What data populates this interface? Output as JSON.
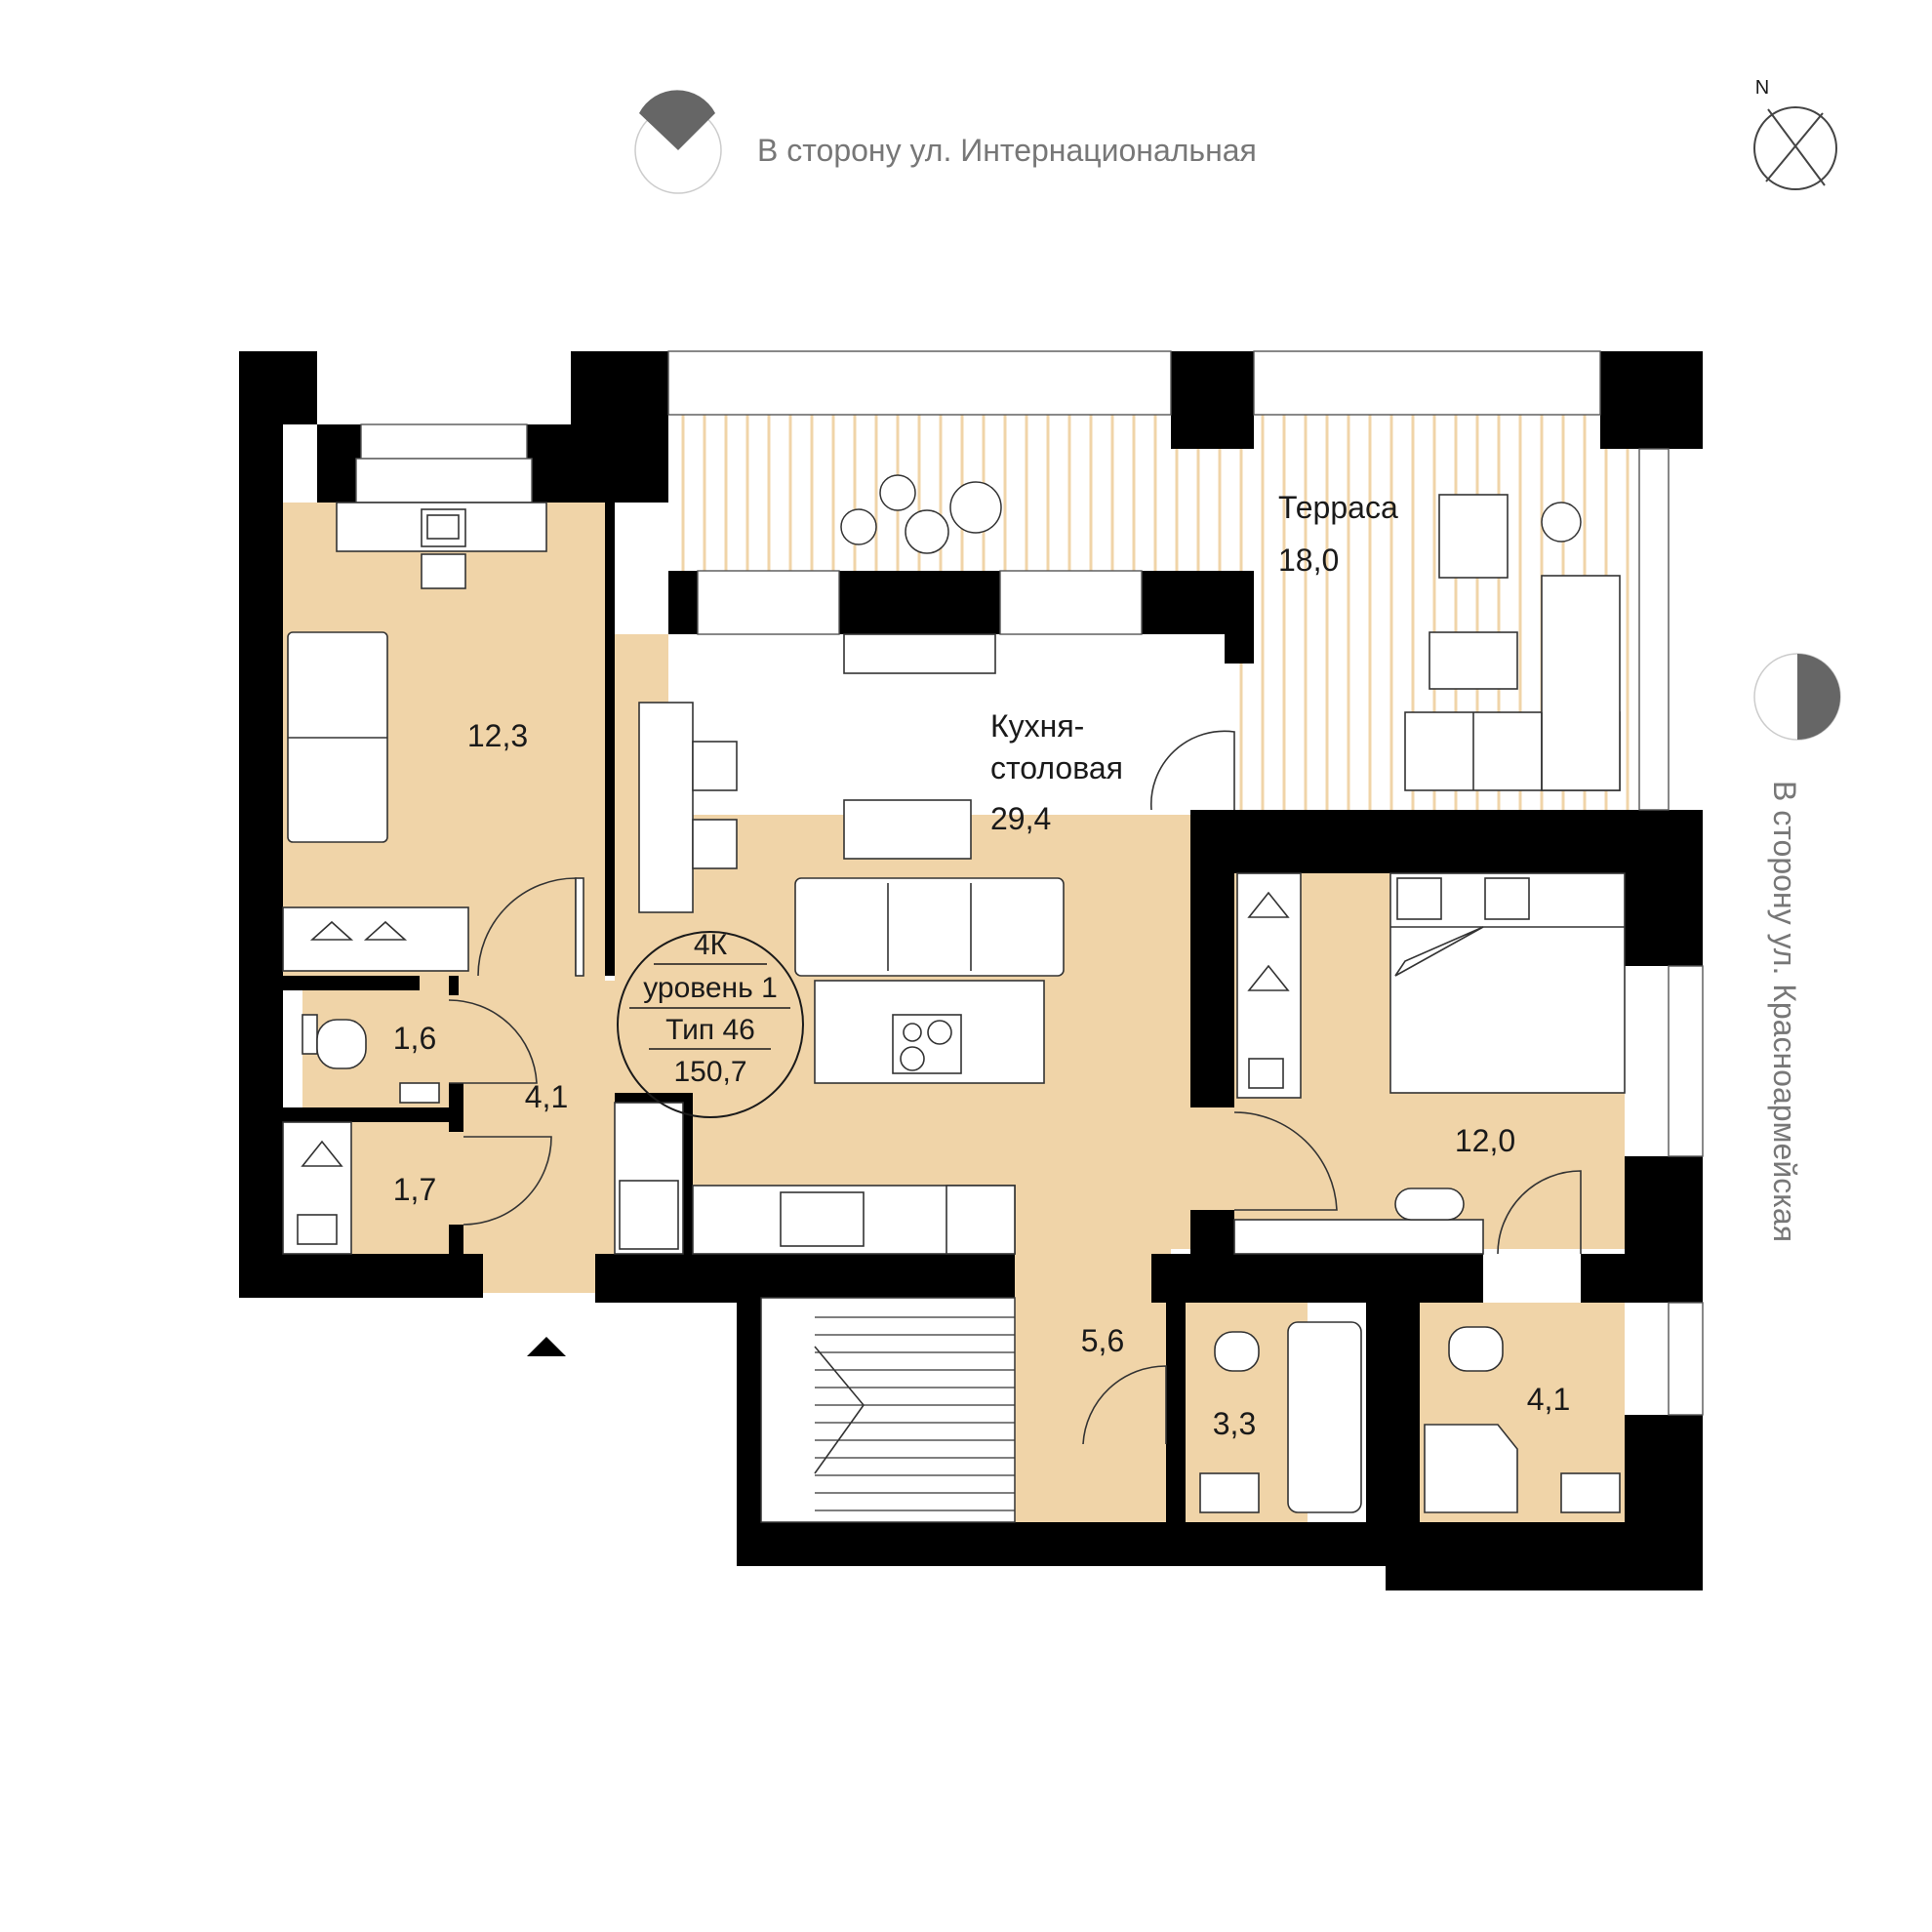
{
  "directions": {
    "north_street": "В сторону ул. Интернациональная",
    "east_street": "В сторону ул. Красноармейская",
    "compass_letter": "N"
  },
  "rooms": {
    "room1_area": "12,3",
    "wc_area": "1,6",
    "closet_area": "1,7",
    "hall_area": "4,1",
    "kitchen_name_1": "Кухня-",
    "kitchen_name_2": "столовая",
    "kitchen_area": "29,4",
    "terrace_name": "Терраса",
    "terrace_area": "18,0",
    "bedroom_area": "12,0",
    "corridor_area": "5,6",
    "bath1_area": "3,3",
    "bath2_area": "4,1"
  },
  "badge": {
    "rooms": "4К",
    "level": "уровень 1",
    "type": "Тип 46",
    "total_area": "150,7"
  },
  "colors": {
    "floor": "#f0d4a8",
    "wall": "#000000",
    "terrace_stripe": "#f0d4a8",
    "direction_text": "#777777"
  }
}
